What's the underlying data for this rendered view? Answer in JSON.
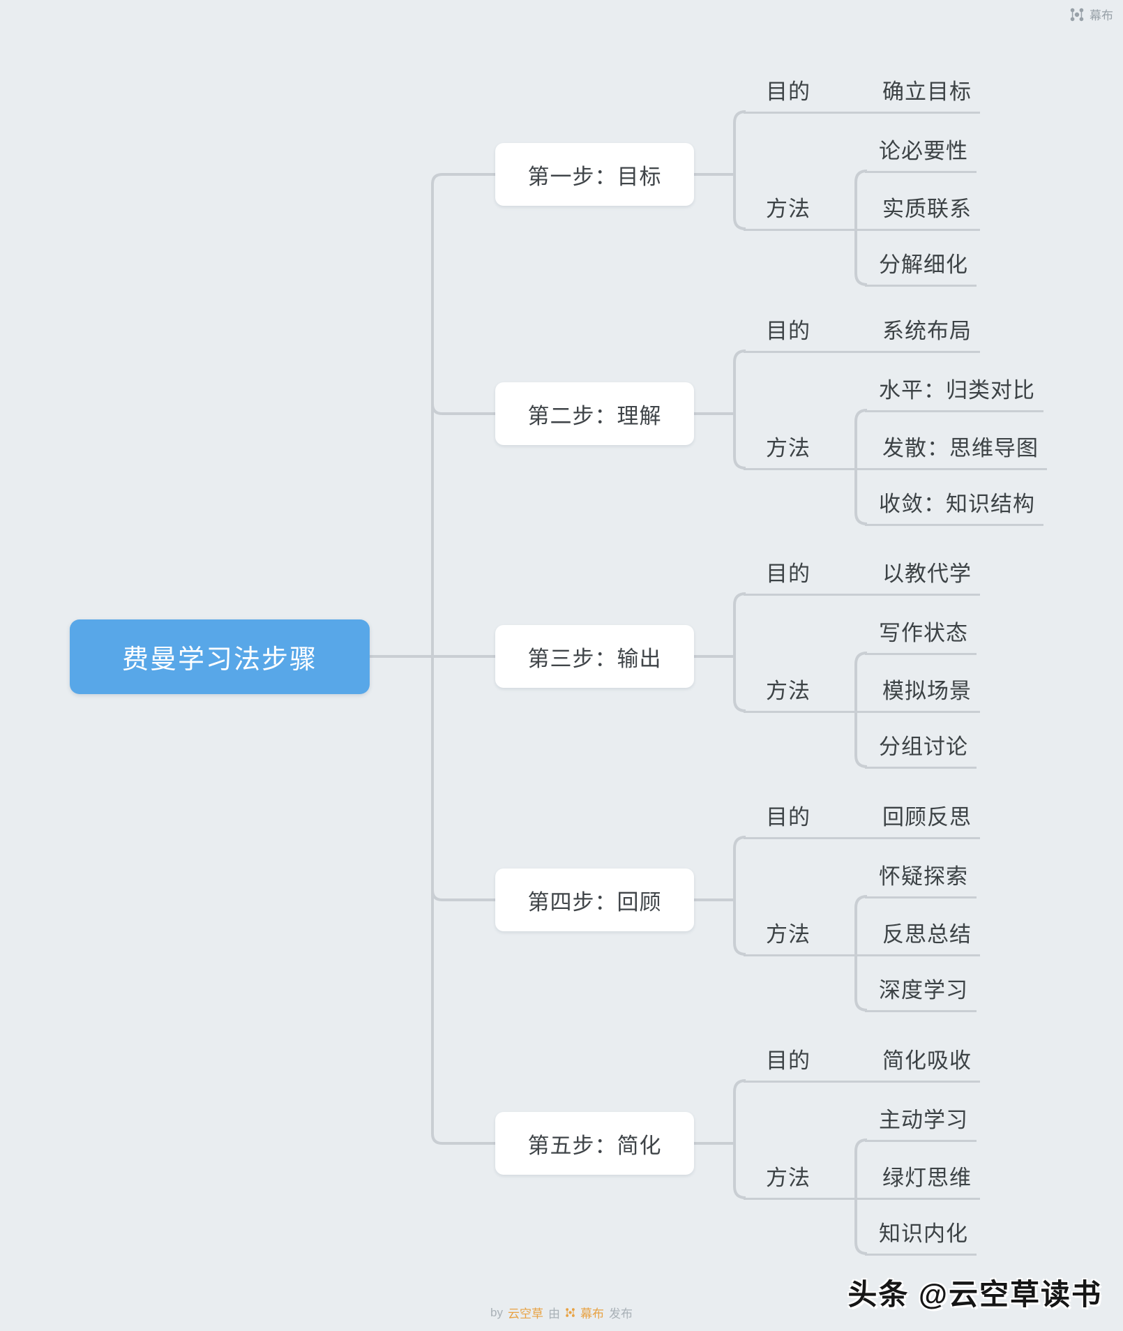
{
  "app": {
    "brand": "幕布"
  },
  "root": {
    "title": "费曼学习法步骤"
  },
  "steps": [
    {
      "title": "第一步：目标",
      "purpose": {
        "label": "目的",
        "value": "确立目标"
      },
      "method": {
        "label": "方法",
        "items": [
          "论必要性",
          "实质联系",
          "分解细化"
        ]
      }
    },
    {
      "title": "第二步：理解",
      "purpose": {
        "label": "目的",
        "value": "系统布局"
      },
      "method": {
        "label": "方法",
        "items": [
          "水平：归类对比",
          "发散：思维导图",
          "收敛：知识结构"
        ]
      }
    },
    {
      "title": "第三步：输出",
      "purpose": {
        "label": "目的",
        "value": "以教代学"
      },
      "method": {
        "label": "方法",
        "items": [
          "写作状态",
          "模拟场景",
          "分组讨论"
        ]
      }
    },
    {
      "title": "第四步：回顾",
      "purpose": {
        "label": "目的",
        "value": "回顾反思"
      },
      "method": {
        "label": "方法",
        "items": [
          "怀疑探索",
          "反思总结",
          "深度学习"
        ]
      }
    },
    {
      "title": "第五步：简化",
      "purpose": {
        "label": "目的",
        "value": "简化吸收"
      },
      "method": {
        "label": "方法",
        "items": [
          "主动学习",
          "绿灯思维",
          "知识内化"
        ]
      }
    }
  ],
  "footer": {
    "by": "by",
    "author": "云空草",
    "via": "由",
    "brand": "幕布",
    "publish": "发布"
  },
  "watermark": "头条 @云空草读书",
  "colors": {
    "background": "#e9edf0",
    "root_node": "#58a7e8",
    "node_text": "#3c4245",
    "connector_line": "#c9ced3",
    "brand_accent": "#e8a243",
    "watermark_text": "#161616"
  }
}
